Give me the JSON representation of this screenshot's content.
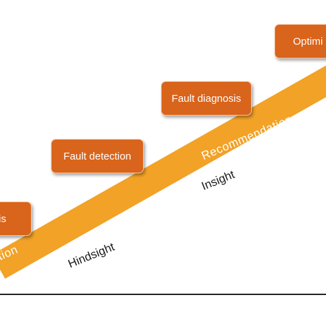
{
  "band": {
    "color": "#f2a227",
    "left_label": "ormation",
    "right_label": "Recommendation"
  },
  "under_labels": {
    "hindsight": "Hindsight",
    "insight": "Insight"
  },
  "boxes": {
    "color": "#d9641b",
    "left_partial": "is",
    "fault_detection": "Fault detection",
    "fault_diagnosis": "Fault diagnosis",
    "optimization_partial": "Optimi"
  }
}
